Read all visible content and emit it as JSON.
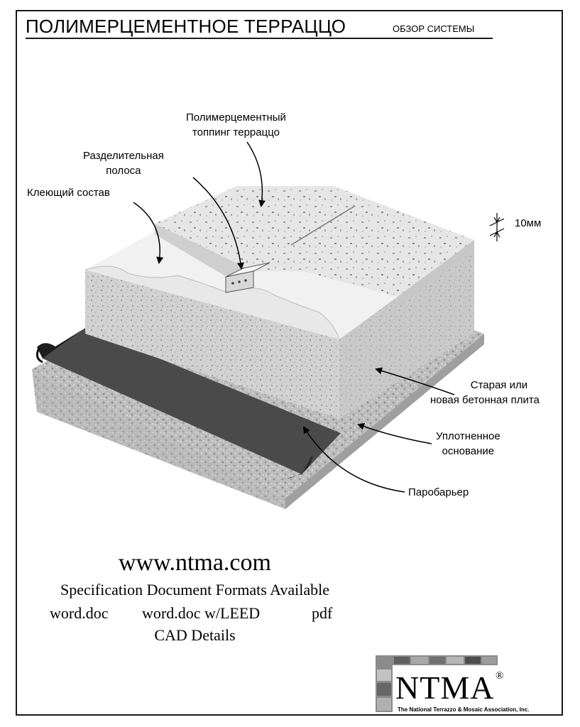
{
  "header": {
    "title": "ПОЛИМЕРЦЕМЕНТНОЕ ТЕРРАЦЦО",
    "subtitle": "ОБЗОР СИСТЕМЫ"
  },
  "labels": {
    "topping_line1": "Полимерцементный",
    "topping_line2": "топпинг терраццо",
    "divider_line1": "Разделительная",
    "divider_line2": "полоса",
    "adhesive": "Клеющий состав",
    "thickness": "10мм",
    "slab_line1": "Старая или",
    "slab_line2": "новая бетонная плита",
    "base_line1": "Уплотненное",
    "base_line2": "основание",
    "vapor": "Паробарьер"
  },
  "footer": {
    "website": "www.ntma.com",
    "spec_line": "Specification Document Formats Available",
    "formats": [
      "word.doc",
      "word.doc w/LEED",
      "pdf"
    ],
    "cad": "CAD Details"
  },
  "logo": {
    "name": "NTMA",
    "registered": "®",
    "full_name": "The National Terrazzo & Mosaic Association, Inc."
  }
}
